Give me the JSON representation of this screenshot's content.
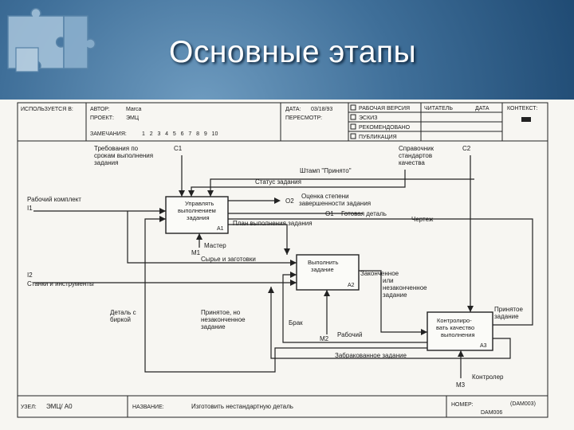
{
  "slide": {
    "title": "Основные этапы"
  },
  "header": {
    "used_in": "ИСПОЛЬЗУЕТСЯ В:",
    "author_label": "АВТОР:",
    "author": "Marca",
    "project_label": "ПРОЕКТ:",
    "project": "ЭМЦ",
    "notes_label": "ЗАМЕЧАНИЯ:",
    "notes": "1   2   3   4   5   6   7   8   9   10",
    "date_label": "ДАТА:",
    "date": "03/18/93",
    "revision_label": "ПЕРЕСМОТР:",
    "status_working": "РАБОЧАЯ ВЕРСИЯ",
    "status_sketch": "ЭСКИЗ",
    "status_recommended": "РЕКОМЕНДОВАНО",
    "status_published": "ПУБЛИКАЦИЯ",
    "reader": "ЧИТАТЕЛЬ",
    "reader_date": "ДАТА",
    "context": "КОНТЕКСТ:"
  },
  "boxes": {
    "a1": {
      "l1": "Управлять",
      "l2": "выполнением",
      "l3": "задания",
      "id": "A1"
    },
    "a2": {
      "l1": "Выполнить",
      "l2": "задание",
      "id": "A2"
    },
    "a3": {
      "l1": "Контролиро-",
      "l2": "вать качество",
      "l3": "выполнения",
      "id": "A3"
    }
  },
  "labels": {
    "req1": "Требования по",
    "req2": "срокам выполнения",
    "req3": "задания",
    "c1": "C1",
    "ref1": "Справочник",
    "ref2": "стандартов",
    "ref3": "качества",
    "c2": "C2",
    "stamp": "Штамп \"Принято\"",
    "status": "Статус задания",
    "kit": "Рабочий комплект",
    "i1": "I1",
    "o2": "O2",
    "eval1": "Оценка степени",
    "eval2": "завершенности задания",
    "o1": "O1",
    "ready": "Готовая деталь",
    "plan": "План выполнения задания",
    "drawing": "Чертеж",
    "m1": "M1",
    "master": "Мастер",
    "raw": "Сырье и заготовки",
    "i2": "I2",
    "machines": "Станки и инструменты",
    "fin1": "Законченное",
    "fin2": "или",
    "fin3": "незаконченное",
    "fin4": "задание",
    "tag1": "Деталь с",
    "tag2": "биркой",
    "acc1": "Принятое, но",
    "acc2": "незаконченное",
    "acc3": "задание",
    "defect": "Брак",
    "m2": "M2",
    "worker": "Рабочий",
    "rejected": "Забракованное задание",
    "accepted1": "Принятое",
    "accepted2": "задание",
    "m3": "M3",
    "controller": "Контролер"
  },
  "footer": {
    "node_label": "УЗЕЛ:",
    "node": "ЭМЦ/ А0",
    "name_label": "НАЗВАНИЕ:",
    "name": "Изготовить нестандартную деталь",
    "number_label": "НОМЕР:",
    "number1": "(DAM003)",
    "number2": "DAM006"
  },
  "colors": {
    "background": "#2f5f8a",
    "paper": "#f7f6f2",
    "ink": "#222222",
    "title": "#ffffff"
  }
}
